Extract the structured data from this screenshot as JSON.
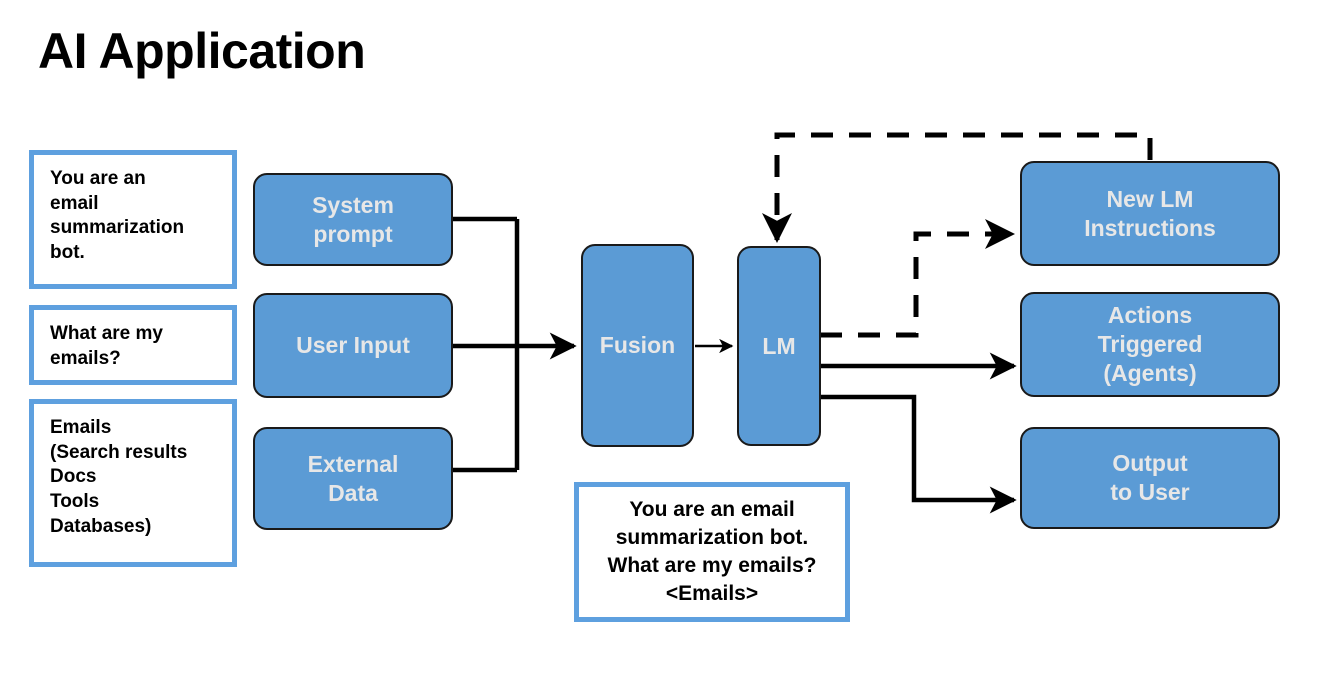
{
  "title": "AI Application",
  "colors": {
    "box_fill": "#5B9BD5",
    "box_text": "#E7E7E7",
    "box_border": "#1A1A1A",
    "note_border": "#5EA0DF",
    "note_fill": "#FFFFFF",
    "note_text": "#000000",
    "arrow": "#000000",
    "background": "#FFFFFF"
  },
  "notes": {
    "system_prompt_note": "You are an\nemail\nsummarization\nbot.",
    "user_input_note": "What are my\nemails?",
    "external_data_note": "Emails\n(Search results\nDocs\nTools\nDatabases)",
    "fused_prompt_note": "You are an email\nsummarization bot.\nWhat are my emails?\n<Emails>"
  },
  "inputs": [
    {
      "id": "system-prompt",
      "label": "System\nprompt"
    },
    {
      "id": "user-input",
      "label": "User Input"
    },
    {
      "id": "external-data",
      "label": "External\nData"
    }
  ],
  "pipeline": [
    {
      "id": "fusion",
      "label": "Fusion"
    },
    {
      "id": "lm",
      "label": "LM"
    }
  ],
  "outputs": [
    {
      "id": "new-lm-instructions",
      "label": "New LM\nInstructions"
    },
    {
      "id": "actions-triggered",
      "label": "Actions\nTriggered\n(Agents)"
    },
    {
      "id": "output-to-user",
      "label": "Output\nto User"
    }
  ],
  "edges": [
    {
      "id": "system-prompt-to-fusion",
      "from": "system-prompt",
      "to": "fusion",
      "style": "solid"
    },
    {
      "id": "user-input-to-fusion",
      "from": "user-input",
      "to": "fusion",
      "style": "solid"
    },
    {
      "id": "external-data-to-fusion",
      "from": "external-data",
      "to": "fusion",
      "style": "solid"
    },
    {
      "id": "fusion-to-lm",
      "from": "fusion",
      "to": "lm",
      "style": "solid"
    },
    {
      "id": "lm-to-new-lm-instructions",
      "from": "lm",
      "to": "new-lm-instructions",
      "style": "dashed"
    },
    {
      "id": "new-lm-instructions-to-lm-feedback",
      "from": "new-lm-instructions",
      "to": "lm",
      "style": "dashed"
    },
    {
      "id": "lm-to-actions-triggered",
      "from": "lm",
      "to": "actions-triggered",
      "style": "solid"
    },
    {
      "id": "lm-to-output-to-user",
      "from": "lm",
      "to": "output-to-user",
      "style": "solid"
    }
  ]
}
